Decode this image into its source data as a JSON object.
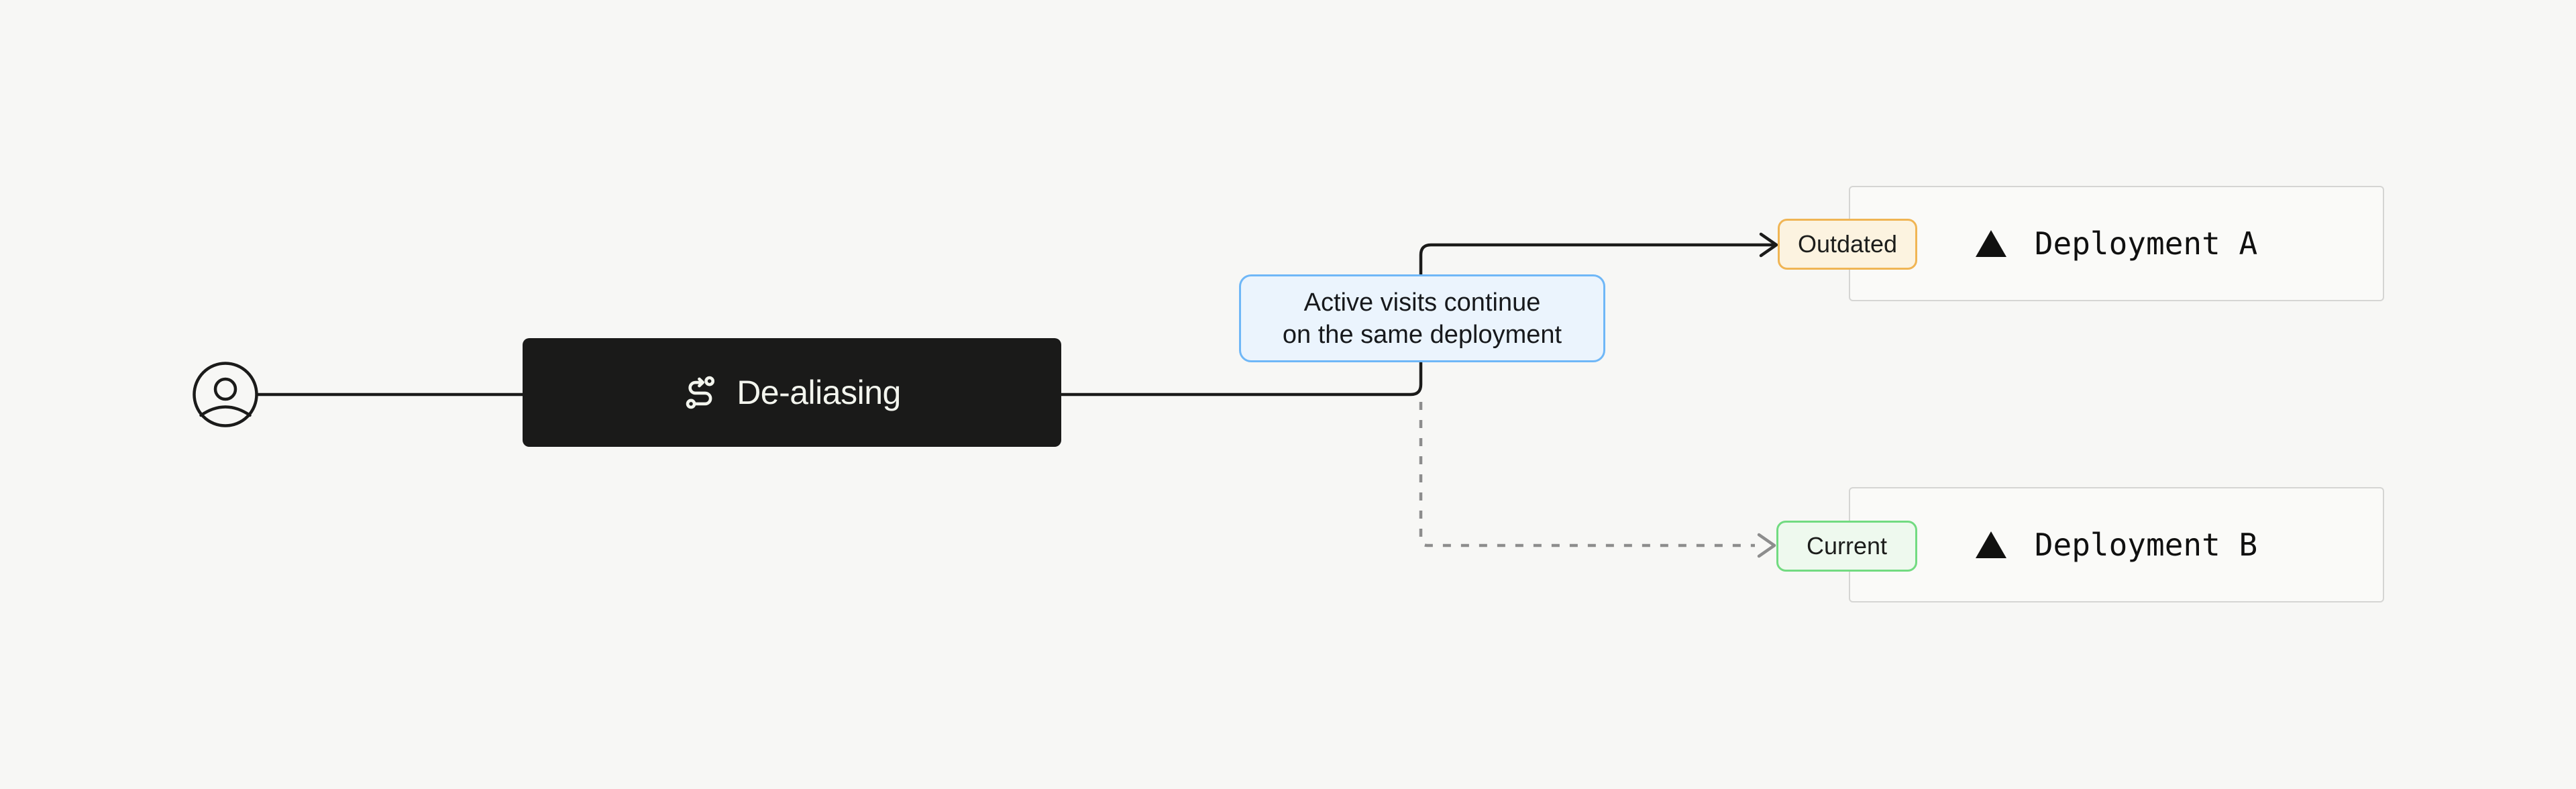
{
  "page": {
    "background": "#f7f7f5"
  },
  "colors": {
    "page_bg": "#f7f7f5",
    "line": "#1b1b1a",
    "line_muted": "#8d8d8d",
    "node_bg": "#1a1a19",
    "node_text": "#f3f5ee",
    "tooltip_bg": "#ebf4fd",
    "tooltip_border": "#6fb7f7",
    "outdated_bg": "#fcf3e0",
    "outdated_border": "#f0b554",
    "current_bg": "#eef9ee",
    "current_border": "#72db81",
    "card_bg": "#fafaf8",
    "card_border": "#d5d5d3"
  },
  "user_node": {
    "icon": "user-circle-icon"
  },
  "process_node": {
    "label": "De-aliasing",
    "icon": "route-icon"
  },
  "tooltip": {
    "lines": [
      "Active visits continue",
      "on the same deployment"
    ]
  },
  "deployments": [
    {
      "label": "Deployment A",
      "icon": "vercel-triangle-icon",
      "badge": {
        "text": "Outdated"
      },
      "connector": "solid-arrow"
    },
    {
      "label": "Deployment B",
      "icon": "vercel-triangle-icon",
      "badge": {
        "text": "Current"
      },
      "connector": "dashed-arrow"
    }
  ]
}
